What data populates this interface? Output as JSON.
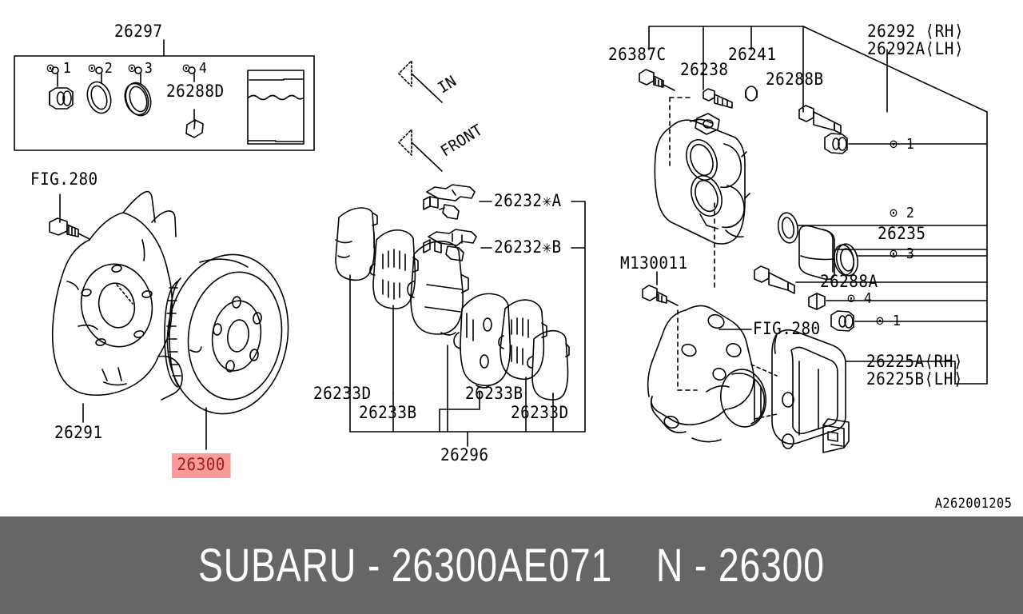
{
  "footer": {
    "brand": "SUBARU",
    "separator": "-",
    "part_number": "26300AE071",
    "group_code": "N",
    "group_number": "26300",
    "full_text": "SUBARU - 26300AE071    N - 26300",
    "background_color": "#666666",
    "text_color": "#ffffff"
  },
  "diagram": {
    "id": "A262001205",
    "highlight_color": "#fb9a9a",
    "highlight_text_color": "#9c1f1f",
    "line_color": "#000000",
    "background_color": "#ffffff"
  },
  "orientation": {
    "in_label": "IN",
    "front_label": "FRONT"
  },
  "kit_box": {
    "title": "26297",
    "items": [
      {
        "callout": "⊙ 1",
        "name": "seal-kit-item-1"
      },
      {
        "callout": "⊙ 2",
        "name": "seal-kit-item-2"
      },
      {
        "callout": "⊙ 3",
        "name": "seal-kit-item-3"
      },
      {
        "callout": "⊙ 4",
        "name": "seal-kit-item-4"
      }
    ],
    "extra_part": "26288D",
    "grease_packet": "grease-packet-icon"
  },
  "left_group": {
    "fig_reference": "FIG.280",
    "backing_plate": "26291",
    "rotor": "26300",
    "rotor_highlighted": true
  },
  "pad_group": {
    "clip_a": "26232✳A",
    "clip_b": "26232✳B",
    "shim_outer_left": "26233D",
    "shim_inner_left": "26233B",
    "shim_inner_right": "26233B",
    "shim_outer_right": "26233D",
    "kit": "26296"
  },
  "caliper_group": {
    "bleeder_screw": "26387C",
    "bolt": "26238",
    "pin_boot": "26241",
    "guide_pin_upper": "26288B",
    "caliper_rh": "26292 ⟨RH⟩",
    "caliper_lh": "26292A⟨LH⟩",
    "callout_1_upper": "⊙ 1",
    "callout_2": "⊙ 2",
    "piston": "26235",
    "callout_3": "⊙ 3",
    "guide_pin_lower": "26288A",
    "callout_4": "⊙ 4",
    "callout_1_lower": "⊙ 1"
  },
  "knuckle_group": {
    "bolt": "M130011",
    "fig_reference": "FIG.280",
    "bracket_rh": "26225A⟨RH⟩",
    "bracket_lh": "26225B⟨LH⟩"
  }
}
